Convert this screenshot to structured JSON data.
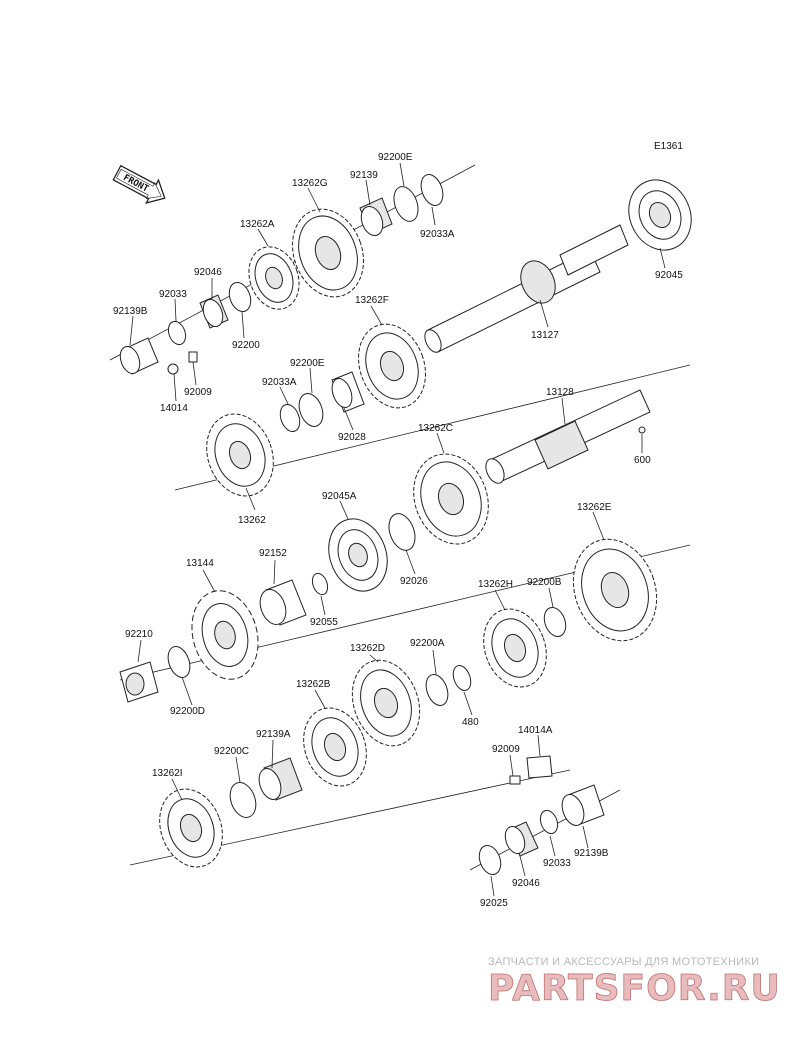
{
  "diagram": {
    "code": "E1361",
    "front_label": "FRONT",
    "watermark_top": "ЗАПЧАСТИ И АКСЕССУАРЫ ДЛЯ МОТОТЕХНИКИ",
    "watermark_brand": "PARTSFOR.RU",
    "colors": {
      "line": "#222222",
      "watermark_red": "#c07070",
      "watermark_grey": "#b8b8b8"
    }
  },
  "parts": {
    "p92200e_top": "92200E",
    "p92139_top": "92139",
    "p13262g": "13262G",
    "p92033a_top": "92033A",
    "p13262a": "13262A",
    "p92046_left": "92046",
    "p92033_left": "92033",
    "p92139b_left": "92139B",
    "p92200": "92200",
    "p92009_left": "92009",
    "p14014": "14014",
    "p13262f": "13262F",
    "p92200e_mid": "92200E",
    "p92033a_mid": "92033A",
    "p92028": "92028",
    "p13127": "13127",
    "p92045": "92045",
    "p13128": "13128",
    "p600": "600",
    "p13262": "13262",
    "p13262c": "13262C",
    "p92045a": "92045A",
    "p92026": "92026",
    "p13262e": "13262E",
    "p92152": "92152",
    "p13144": "13144",
    "p92055": "92055",
    "p92210": "92210",
    "p92200d": "92200D",
    "p13262h": "13262H",
    "p92200b": "92200B",
    "p13262d": "13262D",
    "p92200a": "92200A",
    "p480": "480",
    "p13262b": "13262B",
    "p92139a": "92139A",
    "p92200c": "92200C",
    "p14014a": "14014A",
    "p92009_right": "92009",
    "p13262i": "13262I",
    "p92033_right": "92033",
    "p92139b_right": "92139B",
    "p92046_right": "92046",
    "p92025": "92025"
  }
}
